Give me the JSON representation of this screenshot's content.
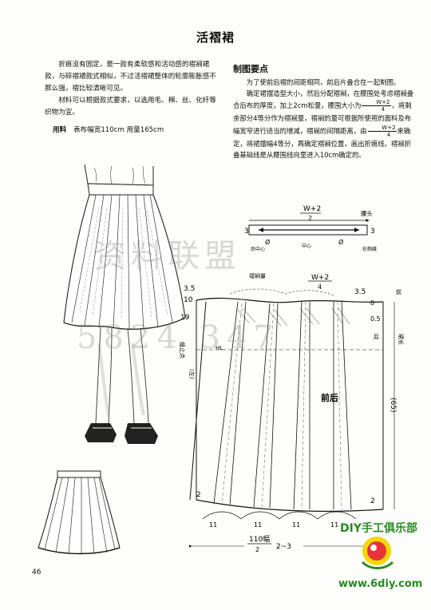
{
  "title": "活褶裙",
  "intro_paragraphs": [
    "折痕没有固定，是一款有柔软感和活动感的褶裥裙款，与碎褶裙款式相似，不过活褶裙整体的轮廓膨胀感不那么强，褶比较清晰可见。",
    "材料可以根据款式要求，以选用毛、棉、丝、化纤等织物为宜。"
  ],
  "material": {
    "label": "用料",
    "value": "表布幅宽110cm  用量165cm"
  },
  "section_heading": "制图要点",
  "right_paragraphs": [
    "为了使前后褶的间距相同，前后片叠合在一起制图。",
    "确定裙摆造型大小，然后分配褶裥，在腰围处考虑褶裥叠合后布的厚度，加上2cm松量，腰围大小为",
    "，将剩余部分4等分作为褶裥量，褶裥的量可根据所使用的面料及布幅宽窄进行适当的增减，褶裥的间隔距离，由",
    "来确定，将裙摆幅4等分，再确定褶裥位置，画出折痕线。褶裥折叠基础线是从腰围线向里进入10cm确定的。"
  ],
  "formula": {
    "num": "W+2",
    "den": "4"
  },
  "waistband": {
    "top_label": "W+2",
    "top_den": "2",
    "corner_label": "腰头",
    "left_num": "3",
    "right_num": "3",
    "left_tag": "后中心",
    "center_tag": "中心",
    "right_tag": "右侧缝",
    "symbol": "Ø"
  },
  "pattern": {
    "pleat_label": "褶裥量",
    "waist_formula_num": "W+2",
    "waist_formula_den": "4",
    "left_top": "3.5",
    "left_mid": "10",
    "left_19": "19",
    "right_top": "3.5",
    "right_05": "0.5",
    "right_0": "0",
    "front": "前",
    "back": "后",
    "hem_label": "裙长",
    "skirt_length": "(65)",
    "center_label": "前后",
    "zipper_label": "缝止点",
    "hl_label": "HL",
    "left_side": "(左)",
    "hem_2_left": "2",
    "hem_2_right": "2",
    "hem_marks": [
      "11",
      "11",
      "11",
      "11"
    ],
    "bottom_frac_num": "110幅",
    "bottom_frac_den": "2",
    "bottom_range": "2~3",
    "circle_sym": "Ø"
  },
  "page_number": "46",
  "watermark": {
    "line1": "资料联盟",
    "line2": "5824 347"
  },
  "logo": {
    "text": "DIY手工俱乐部",
    "site": "www.6diy.com"
  }
}
